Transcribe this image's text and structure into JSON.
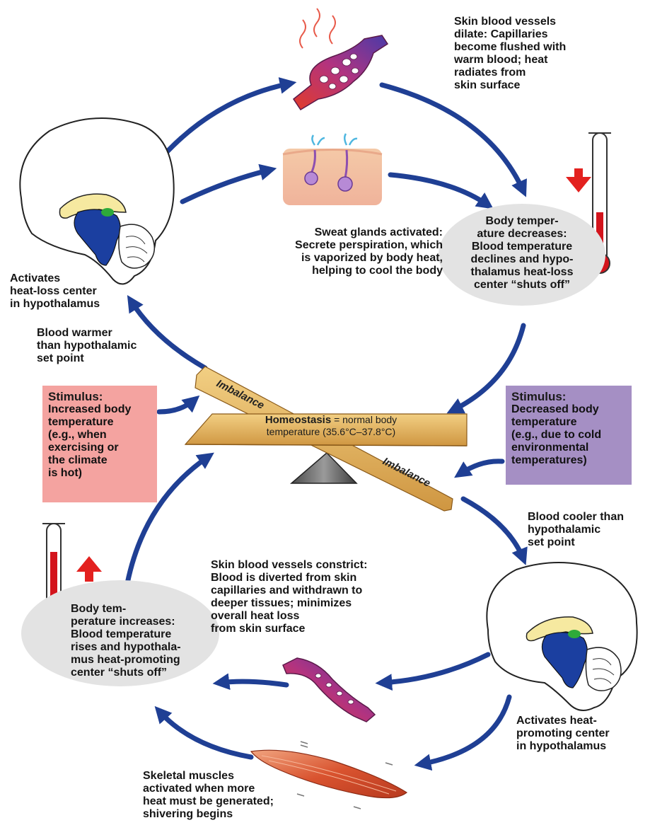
{
  "labels": {
    "skin_vessels_dilate": "Skin blood vessels\ndilate: Capillaries\nbecome flushed with\nwarm blood; heat\nradiates from\nskin surface",
    "sweat_glands": "Sweat glands activated:\nSecrete perspiration, which\nis vaporized by body heat,\nhelping to cool the body",
    "temp_decreases": "Body temper-\nature decreases:\nBlood temperature\ndeclines and hypo-\nthalamus heat-loss\ncenter “shuts off”",
    "heat_loss_center": "Activates\nheat-loss center\nin hypothalamus",
    "blood_warmer": "Blood warmer\nthan hypothalamic\nset point",
    "blood_cooler": "Blood cooler than\nhypothalamic\nset point",
    "skin_vessels_constrict": "Skin blood vessels constrict:\nBlood is diverted from skin\ncapillaries and withdrawn to\ndeeper tissues; minimizes\noverall heat loss\nfrom skin surface",
    "temp_increases": "Body tem-\nperature increases:\nBlood temperature\nrises and hypothala-\nmus heat-promoting\ncenter “shuts off”",
    "heat_promoting_center": "Activates heat-\npromoting center\nin hypothalamus",
    "skeletal_muscles": "Skeletal muscles\nactivated when more\nheat must be generated;\nshivering begins"
  },
  "stimulus_left": {
    "title": "Stimulus:",
    "text": "Increased body\ntemperature\n(e.g., when\nexercising or\nthe climate\nis hot)"
  },
  "stimulus_right": {
    "title": "Stimulus:",
    "text": "Decreased body\ntemperature\n(e.g., due to cold\nenvironmental\ntemperatures)"
  },
  "balance": {
    "imbalance_top": "Imbalance",
    "imbalance_bottom": "Imbalance",
    "homeostasis_term": "Homeostasis",
    "homeostasis_def": " = normal body",
    "homeostasis_range": "temperature (35.6°C–37.8°C)"
  },
  "colors": {
    "arrow": "#1f3f94",
    "stimulus_warm_bg": "#f4a3a0",
    "stimulus_cold_bg": "#a58fc4",
    "ellipse_bg": "#e3e3e3",
    "beam": "#e2b05a",
    "thermometer_fill": "#d3141c",
    "hypothalamus_blue": "#1b3fa0",
    "hypothalamus_green": "#2eaa3a",
    "corpus_yellow": "#f6e9a0"
  }
}
